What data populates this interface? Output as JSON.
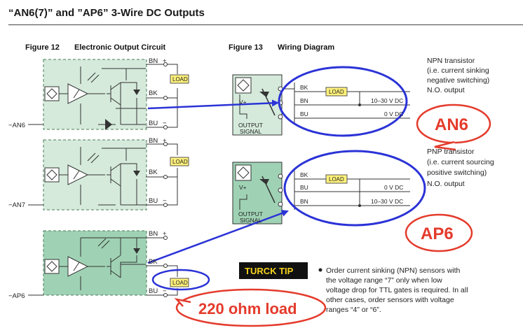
{
  "title": "“AN6(7)” and ”AP6” 3-Wire DC Outputs",
  "figure12": {
    "number": "Figure 12",
    "caption": "Electronic Output Circuit"
  },
  "figure13": {
    "number": "Figure 13",
    "caption": "Wiring Diagram"
  },
  "wire_labels": {
    "bn": "BN",
    "bk": "BK",
    "bu": "BU",
    "plus": "+",
    "minus": "−",
    "load": "LOAD"
  },
  "circuits": [
    {
      "label": "−AN6"
    },
    {
      "label": "−AN7"
    },
    {
      "label": "−AP6"
    }
  ],
  "wiring": {
    "vplus": "V+",
    "output_signal": [
      "OUTPUT",
      "SIGNAL"
    ],
    "voltage_supply": "10–30  V  DC",
    "voltage_zero": "0  V  DC"
  },
  "npn_note": [
    "NPN transistor",
    "(i.e. current sinking",
    "negative switching)",
    "N.O. output"
  ],
  "pnp_note": [
    "PNP transistor",
    "(i.e. current sourcing",
    "positive switching)",
    "N.O. output"
  ],
  "callouts": {
    "an6": "AN6",
    "ap6": "AP6",
    "load": "220 ohm load"
  },
  "turck_tip": {
    "label": "TURCK TIP",
    "lines": [
      "Order current sinking (NPN) sensors with",
      "the voltage range “7” only when low",
      "voltage drop for TTL gates is required. In all",
      "other cases, order sensors with voltage",
      "ranges “4” or “6”."
    ]
  },
  "colors": {
    "panel_light": "#d5eadb",
    "panel_mid": "#9fd2b4",
    "load_fill": "#fff17a",
    "callout_red": "#e43b2c",
    "annot_blue": "#2b33d6"
  }
}
